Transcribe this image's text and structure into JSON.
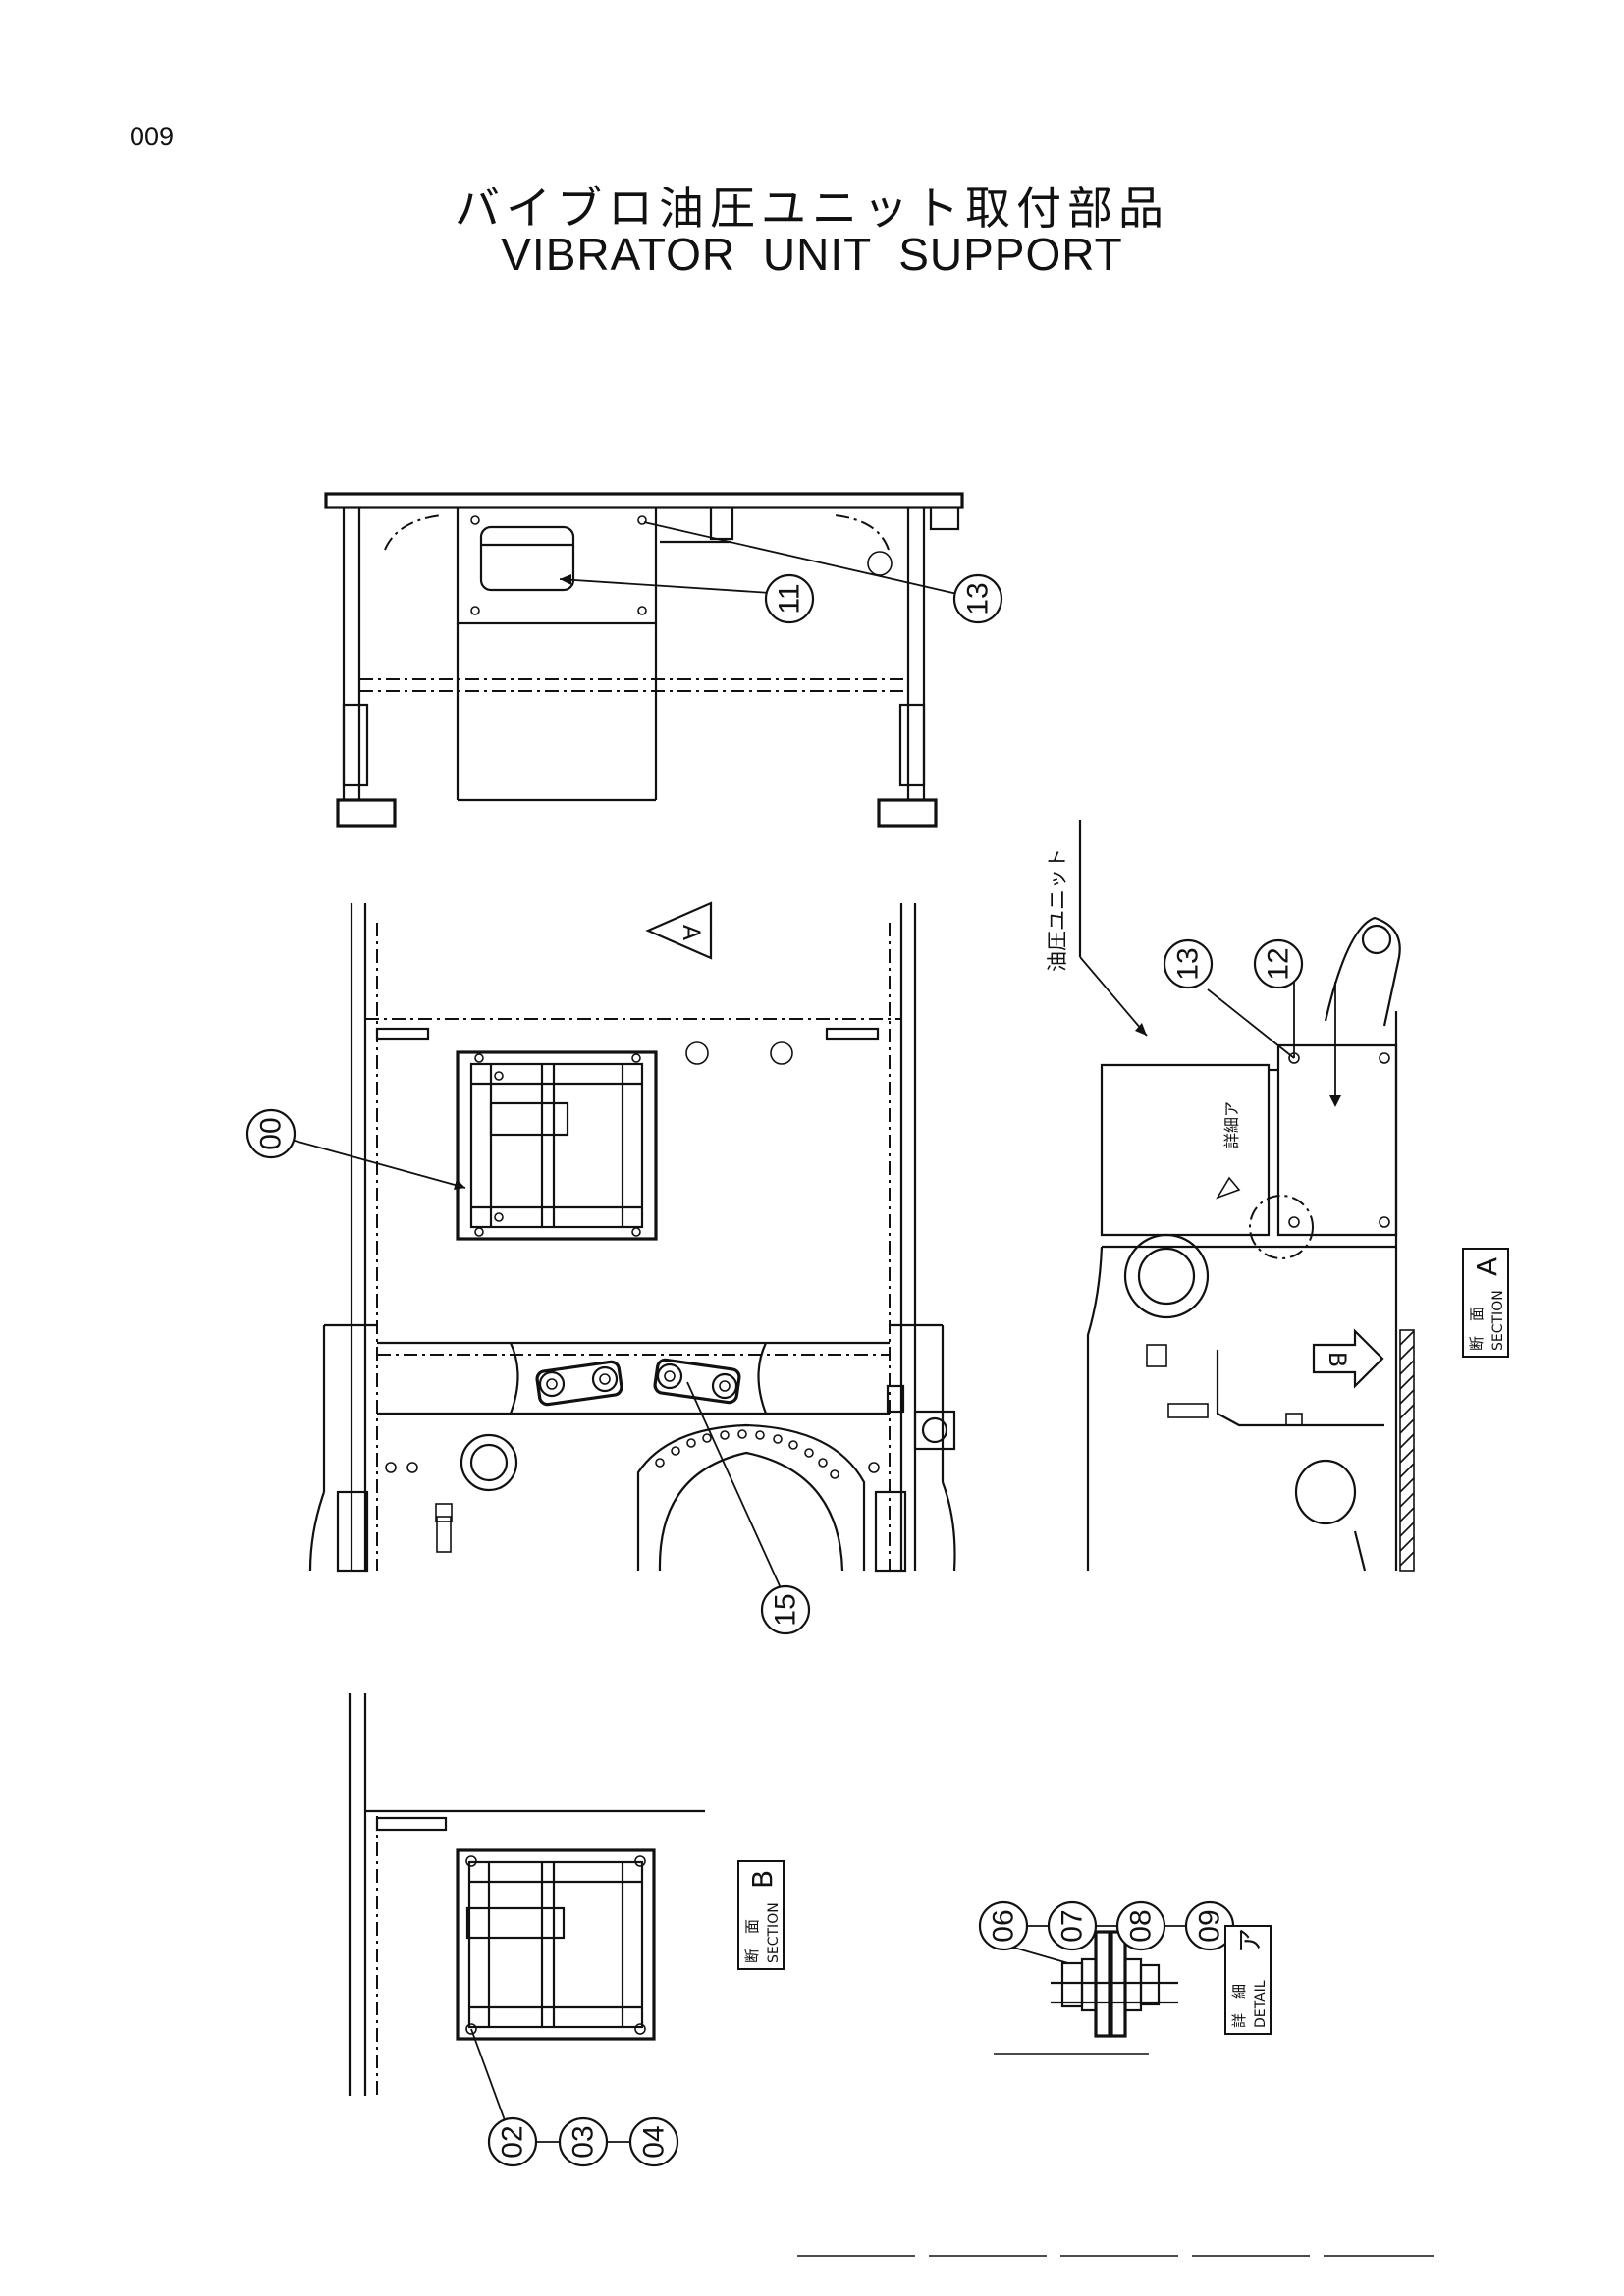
{
  "page_number": "009",
  "title_jp": "バイブロ油圧ユニット取付部品",
  "title_en": "VIBRATOR UNIT SUPPORT",
  "callouts": {
    "c00": "00",
    "c02": "02",
    "c03": "03",
    "c04": "04",
    "c06": "06",
    "c07": "07",
    "c08": "08",
    "c09": "09",
    "c11": "11",
    "c12": "12",
    "c13a": "13",
    "c13b": "13",
    "c15": "15"
  },
  "view_arrows": {
    "a": "A",
    "b": "B"
  },
  "section_a": {
    "jp": "断　面",
    "en": "SECTION",
    "letter": "A"
  },
  "section_b": {
    "jp": "断　面",
    "en": "SECTION",
    "letter": "B"
  },
  "detail_a": {
    "jp": "詳　細",
    "en": "DETAIL",
    "letter": "ア"
  },
  "labels": {
    "hydraulic_unit": "油圧ユニット",
    "detail_ref": "詳細ア"
  }
}
